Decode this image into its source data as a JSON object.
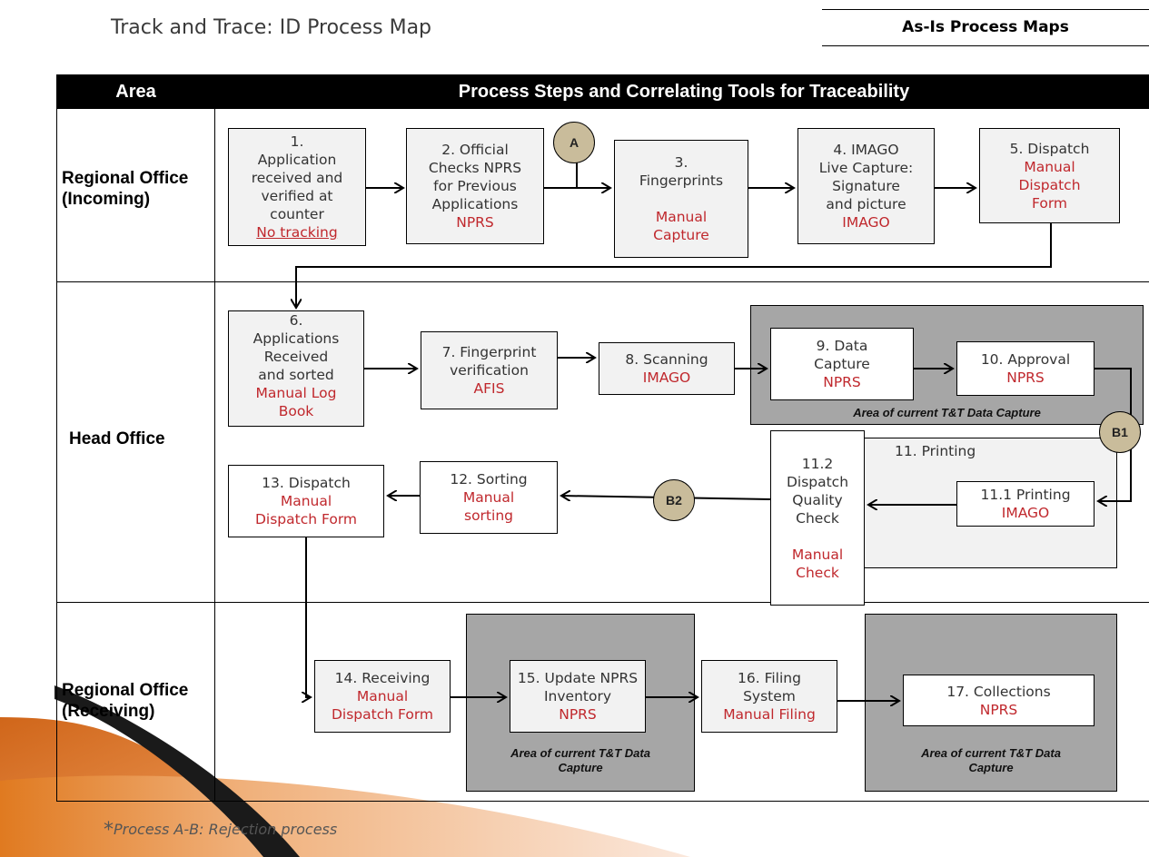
{
  "title": "Track and Trace: ID Process Map",
  "badge": "As-Is Process Maps",
  "header": {
    "area": "Area",
    "steps": "Process Steps and Correlating Tools for Traceability"
  },
  "areas": {
    "incoming": [
      "Regional Office",
      "(Incoming)"
    ],
    "head": "Head Office",
    "receiving": [
      "Regional Office",
      "(Receiving)"
    ]
  },
  "steps": {
    "s1": {
      "text": [
        "1.",
        "Application",
        "received  and",
        "verified at",
        "counter"
      ],
      "tool": "No tracking"
    },
    "s2": {
      "text": [
        "2. Official",
        "Checks NPRS",
        "for Previous",
        "Applications"
      ],
      "tool": "NPRS"
    },
    "s3": {
      "text": [
        "3.",
        "Fingerprints",
        ""
      ],
      "tool": [
        "Manual",
        "Capture"
      ]
    },
    "s4": {
      "text": [
        "4. IMAGO",
        "Live Capture:",
        "Signature",
        "and picture"
      ],
      "tool": "IMAGO"
    },
    "s5": {
      "text": [
        "5. Dispatch"
      ],
      "tool": [
        "Manual",
        "Dispatch",
        "Form"
      ]
    },
    "s6": {
      "text": [
        "6.",
        "Applications",
        "Received",
        "and sorted"
      ],
      "tool": [
        "Manual Log",
        "Book"
      ]
    },
    "s7": {
      "text": [
        "7. Fingerprint",
        "verification"
      ],
      "tool": "AFIS"
    },
    "s8": {
      "text": [
        "8. Scanning"
      ],
      "tool": "IMAGO"
    },
    "s9": {
      "text": [
        "9. Data",
        "Capture"
      ],
      "tool": "NPRS"
    },
    "s10": {
      "text": [
        "10. Approval"
      ],
      "tool": "NPRS"
    },
    "s11": {
      "text": "11. Printing"
    },
    "s11_1": {
      "text": [
        "11.1 Printing"
      ],
      "tool": "IMAGO"
    },
    "s11_2": {
      "text": [
        "11.2",
        "Dispatch",
        "Quality",
        "Check",
        ""
      ],
      "tool": [
        "Manual",
        "Check"
      ]
    },
    "s12": {
      "text": [
        "12. Sorting"
      ],
      "tool": [
        "Manual",
        "sorting"
      ]
    },
    "s13": {
      "text": [
        "13. Dispatch"
      ],
      "tool": [
        "Manual",
        "Dispatch Form"
      ]
    },
    "s14": {
      "text": [
        "14. Receiving"
      ],
      "tool": [
        "Manual",
        "Dispatch Form"
      ]
    },
    "s15": {
      "text": [
        "15. Update NPRS",
        "Inventory"
      ],
      "tool": "NPRS"
    },
    "s16": {
      "text": [
        "16. Filing",
        "System"
      ],
      "tool": "Manual Filing"
    },
    "s17": {
      "text": [
        "17. Collections"
      ],
      "tool": "NPRS"
    }
  },
  "zone_caption": "Area of current T&T Data Capture",
  "zone_caption_lines": [
    "Area of current T&T Data",
    "Capture"
  ],
  "connectors": {
    "a": "A",
    "b1": "B1",
    "b2": "B2"
  },
  "footnote": {
    "star": "*",
    "text": "Process A-B: Rejection process"
  },
  "colors": {
    "tool": "#c0282d",
    "box": "#f2f2f2",
    "zone": "#a6a6a6",
    "connector": "#c9bc9b",
    "header": "#000000"
  }
}
